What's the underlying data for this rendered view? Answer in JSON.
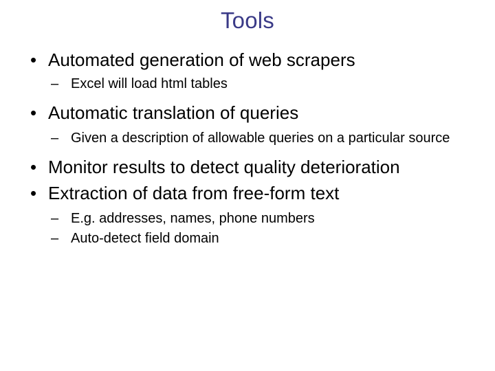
{
  "slide": {
    "title": "Tools",
    "title_color": "#3a3a87",
    "background_color": "#ffffff",
    "text_color": "#000000"
  },
  "markers": {
    "level1": "•",
    "level2": "–"
  },
  "bullets": [
    {
      "level": 1,
      "text": "Automated generation of web scrapers",
      "marker": "•"
    },
    {
      "level": 2,
      "text": "Excel will load html tables",
      "marker": "–"
    },
    {
      "level": 1,
      "text": "Automatic translation of queries",
      "marker": "•"
    },
    {
      "level": 2,
      "text": "Given a description of allowable queries on a particular source",
      "marker": "–"
    },
    {
      "level": 1,
      "text": "Monitor results to detect quality deterioration",
      "marker": "•"
    },
    {
      "level": 1,
      "text": "Extraction of data from free-form text",
      "marker": "•"
    },
    {
      "level": 2,
      "text": "E.g. addresses, names, phone numbers",
      "marker": "–"
    },
    {
      "level": 2,
      "text": "Auto-detect field domain",
      "marker": "–"
    }
  ]
}
